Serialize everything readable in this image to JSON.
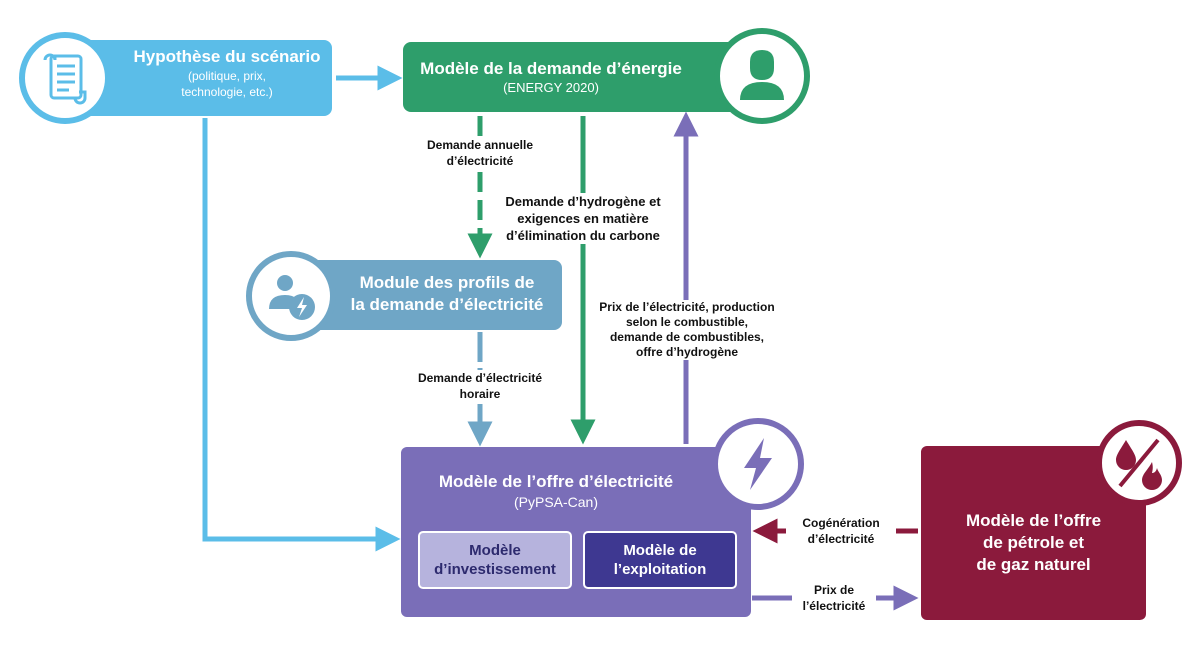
{
  "colors": {
    "scenario": "#5bbde8",
    "demand": "#2e9e6b",
    "profiles": "#6fa6c6",
    "supply": "#7a6eb8",
    "invest": "#b6b3dd",
    "exploit": "#3e3891",
    "oil": "#8b1a3c"
  },
  "nodes": {
    "scenario": {
      "title": "Hypothèse du scénario",
      "subtitle": "(politique, prix,\ntechnologie, etc.)",
      "icon": "scroll-icon"
    },
    "demand": {
      "title": "Modèle de la demande d’énergie",
      "subtitle": "(ENERGY 2020)",
      "icon": "person-icon"
    },
    "profiles": {
      "title": "Module des profils de\nla demande d’électricité",
      "icon": "user-bolt-icon"
    },
    "supply": {
      "title": "Modèle de l’offre d’électricité",
      "subtitle": "(PyPSA-Can)",
      "icon": "lightning-icon"
    },
    "invest": {
      "title": "Modèle\nd’investissement"
    },
    "exploit": {
      "title": "Modèle de\nl’exploitation"
    },
    "oil": {
      "title": "Modèle de l’offre\nde pétrole et\nde gaz naturel",
      "icon": "oil-gas-percent-icon"
    }
  },
  "edges": {
    "annual_demand": "Demande annuelle\nd’électricité",
    "hydrogen": "Demande d’hydrogène et\nexigences en matière\nd’élimination du carbone",
    "prices": "Prix de l’électricité, production\nselon le combustible,\ndemande de combustibles,\noffre d’hydrogène",
    "hourly": "Demande d’électricité\nhoraire",
    "cogeneration": "Cogénération\nd’électricité",
    "elec_price": "Prix de\nl’électricité"
  }
}
